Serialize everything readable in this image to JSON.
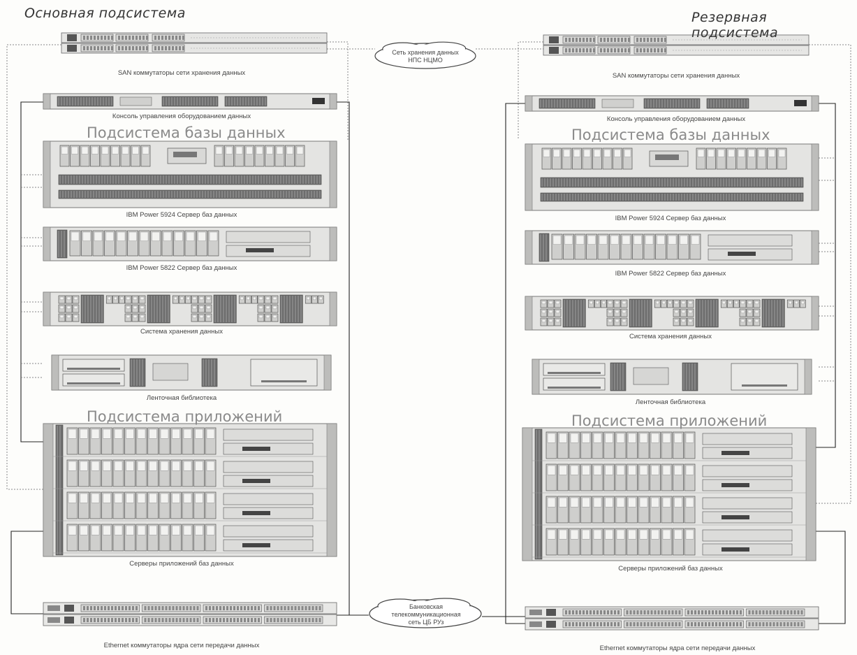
{
  "headings": {
    "primary": "Основная подсистема",
    "backup": "Резервная подсистема"
  },
  "clouds": {
    "san_line1": "Сеть хранения данных",
    "san_line2": "НПС НЦМО",
    "bank_line1": "Банковская",
    "bank_line2": "телекоммуникационная",
    "bank_line3": "сеть ЦБ РУз"
  },
  "primary": {
    "san": "SAN коммутаторы сети хранения данных",
    "console": "Консоль управления оборудованием данных",
    "db_section": "Подсистема базы данных",
    "p5924": "IBM Power 5924 Сервер баз данных",
    "p5822": "IBM Power 5822 Сервер баз данных",
    "storage": "Система хранения данных",
    "tape": "Ленточная библиотека",
    "app_section": "Подсистема приложений",
    "app_servers": "Серверы приложений баз данных",
    "ethernet": "Ethernet коммутаторы ядра сети передачи данных"
  },
  "backup": {
    "san": "SAN коммутаторы сети хранения данных",
    "console": "Консоль управления оборудованием данных",
    "db_section": "Подсистема базы данных",
    "p5924": "IBM Power 5924 Сервер баз данных",
    "p5822": "IBM Power 5822 Сервер баз данных",
    "storage": "Система хранения данных",
    "tape": "Ленточная библиотека",
    "app_section": "Подсистема приложений",
    "app_servers": "Серверы приложений баз данных",
    "ethernet": "Ethernet коммутаторы ядра сети передачи данных"
  }
}
